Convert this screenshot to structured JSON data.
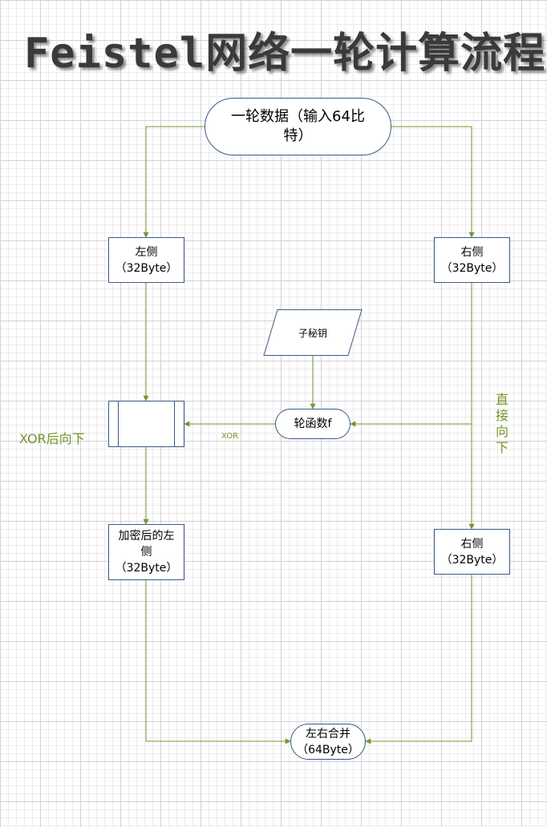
{
  "title": "Feistel网络一轮计算流程",
  "nodes": {
    "start": {
      "line1": "一轮数据（输入64比",
      "line2": "特）"
    },
    "left_top": {
      "line1": "左侧",
      "line2": "（32Byte）"
    },
    "right_top": {
      "line1": "右侧",
      "line2": "（32Byte）"
    },
    "subkey": {
      "label": "子秘钥"
    },
    "xor_box": {
      "label": ""
    },
    "round_func": {
      "label": "轮函数f"
    },
    "enc_left": {
      "line1": "加密后的左",
      "line2": "侧",
      "line3": "（32Byte）"
    },
    "right_bottom": {
      "line1": "右侧",
      "line2": "（32Byte）"
    },
    "merge": {
      "line1": "左右合并",
      "line2": "（64Byte）"
    }
  },
  "edge_labels": {
    "xor_small": "XOR",
    "xor_side": "XOR后向下",
    "direct_down": "直接向下"
  },
  "colors": {
    "edge": "#78942c",
    "node_border": "#3c5a84",
    "title": "#3a3a3a"
  }
}
